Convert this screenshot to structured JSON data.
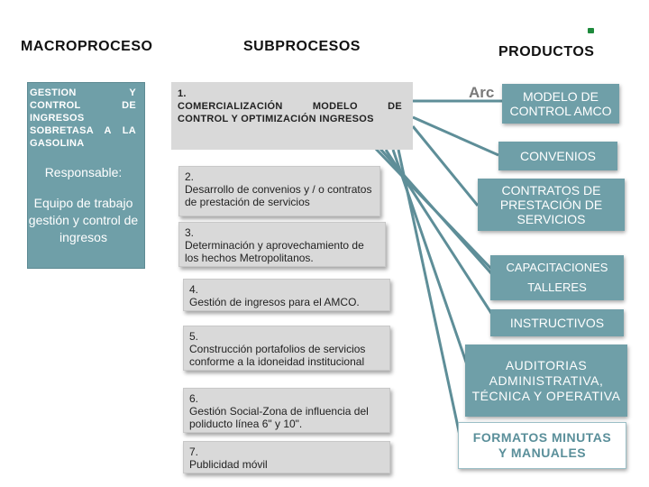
{
  "headers": {
    "macro": "MACROPROCESO",
    "sub": "SUBPROCESOS",
    "prod": "PRODUCTOS"
  },
  "macro": {
    "title": "GESTION Y CONTROL DE INGRESOS SOBRETASA A LA GASOLINA",
    "resp_label": "Responsable:",
    "resp_value": "Equipo de trabajo gestión y control de ingresos"
  },
  "subprocesos": [
    {
      "num": "1.",
      "text": "COMERCIALIZACIÓN MODELO DE CONTROL Y OPTIMIZACIÓN INGRESOS"
    },
    {
      "num": "2.",
      "text": "Desarrollo de convenios y / o contratos de prestación de servicios"
    },
    {
      "num": "3.",
      "text": "Determinación y aprovechamiento de los hechos Metropolitanos."
    },
    {
      "num": "4.",
      "text": "Gestión de ingresos para el AMCO."
    },
    {
      "num": "5.",
      "text": "Construcción portafolios de servicios conforme a la idoneidad institucional"
    },
    {
      "num": "6.",
      "text": "Gestión Social-Zona de influencia del poliducto línea 6\" y 10\"."
    },
    {
      "num": "7.",
      "text": "Publicidad móvil"
    }
  ],
  "productos": {
    "modelo": "MODELO DE CONTROL AMCO",
    "convenios": "CONVENIOS",
    "contratos": "CONTRATOS DE PRESTACIÓN DE SERVICIOS",
    "capacitaciones": "CAPACITACIONES",
    "talleres": "TALLERES",
    "instructivos": "INSTRUCTIVOS",
    "auditorias": "AUDITORIAS ADMINISTRATIVA, TÉCNICA Y OPERATIVA",
    "formatos": "FORMATOS MINUTAS Y MANUALES"
  },
  "logo_text": "Arc",
  "colors": {
    "teal": "#6f9fa8",
    "connector": "#5e8e98",
    "gray_box": "#d9d9d9",
    "logo_green": "#1e8a3c"
  }
}
